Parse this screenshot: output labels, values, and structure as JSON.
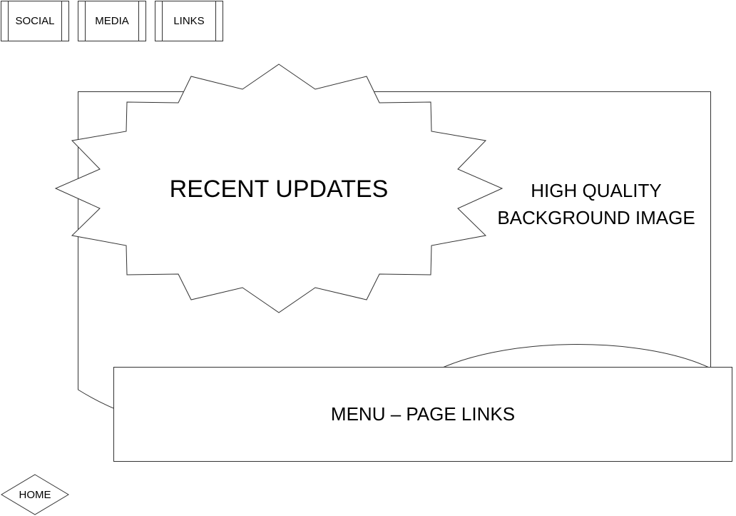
{
  "top_nav": {
    "social": "SOCIAL",
    "media": "MEDIA",
    "links": "LINKS"
  },
  "burst": {
    "label": "RECENT UPDATES"
  },
  "background": {
    "line1": "HIGH QUALITY",
    "line2": "BACKGROUND IMAGE"
  },
  "menu": {
    "label": "MENU – PAGE LINKS"
  },
  "home": {
    "label": "HOME"
  }
}
